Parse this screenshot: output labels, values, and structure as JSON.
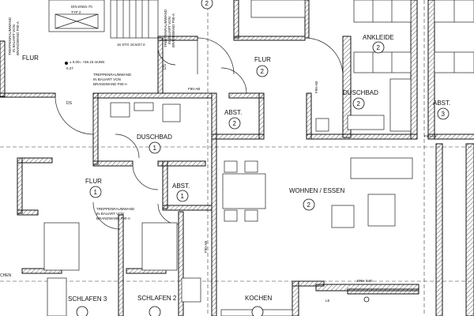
{
  "rooms": {
    "flur_left": {
      "name": "FLUR",
      "num": ""
    },
    "flur_2": {
      "name": "FLUR",
      "num": "2"
    },
    "ankleide": {
      "name": "ANKLEIDE",
      "num": "2"
    },
    "duschbad_2": {
      "name": "DUSCHBAD",
      "num": "2"
    },
    "abst_3": {
      "name": "ABST.",
      "num": "3"
    },
    "abst_2": {
      "name": "ABST.",
      "num": "2"
    },
    "duschbad_1": {
      "name": "DUSCHBAD",
      "num": "1"
    },
    "flur_1": {
      "name": "FLUR",
      "num": "1"
    },
    "abst_1": {
      "name": "ABST.",
      "num": "1"
    },
    "wohnen_essen": {
      "name": "WOHNEN / ESSEN",
      "num": "2"
    },
    "schlafen_3": {
      "name": "SCHLAFEN 3",
      "num": ""
    },
    "schlafen_2": {
      "name": "SCHLAFEN 2",
      "num": ""
    },
    "kochen": {
      "name": "KOCHEN",
      "num": ""
    },
    "top_circle_2": {
      "num": "2"
    }
  },
  "annotations": {
    "din_label": "DIN EN81-70",
    "typ_label": "TYP 2",
    "stg_label": "16 STG 18.6/27.0",
    "level_label": "± 0.00= +58.15 müNN",
    "level_sub": "0.27",
    "stair_left_1": "TREPPENRAUMWAND",
    "stair_left_2": "IN BAUART VON",
    "stair_left_3": "BRANDWAND F90-A",
    "stair_right_1": "TREPPENRAUMWAND",
    "stair_right_2": "IN BAUART VON",
    "stair_right_3": "BRANDWAND F90-A",
    "stair_mid_1": "TREPPENRAUMWAND",
    "stair_mid_2": "IN BAUART VON",
    "stair_mid_3": "BRANDWAND F90-A",
    "ds_1": "DS",
    "ds_2": "DS",
    "f90ab_1": "F90-AB",
    "f90ab_2": "F90-AB",
    "f90ab_3": "F90-AB",
    "f90ab_4": "F90-AB",
    "brh": "BRH 0.00",
    "le": "LE",
    "chen": "CHEN",
    "rh_3": "3"
  }
}
